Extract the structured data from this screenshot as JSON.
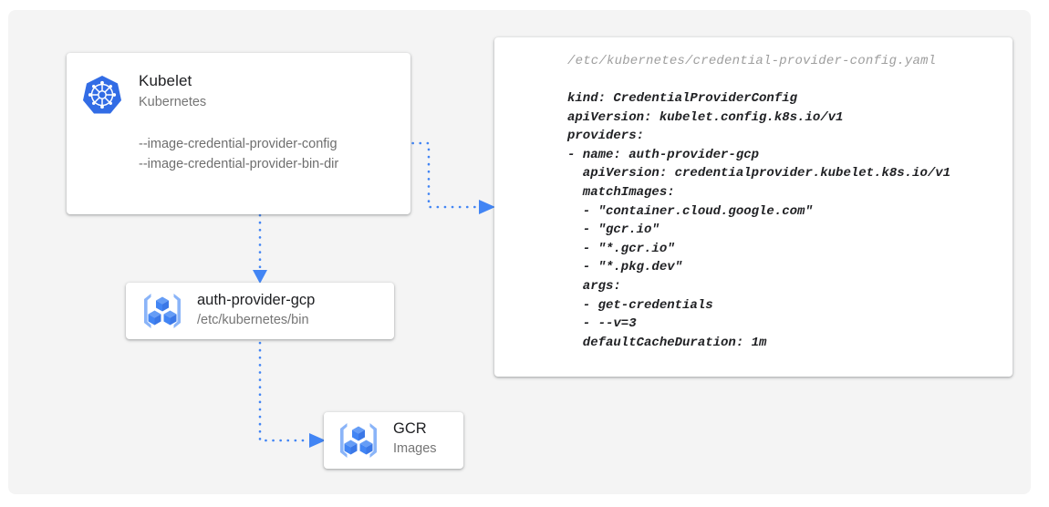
{
  "canvas": {
    "background": "#f4f4f4",
    "page_background": "#ffffff",
    "accent": "#4285f4",
    "icon_light": "#8ab4f8"
  },
  "nodes": {
    "kubelet": {
      "icon": "kubernetes-helm-icon",
      "title": "Kubelet",
      "subtitle": "Kubernetes",
      "flags": [
        "--image-credential-provider-config",
        "--image-credential-provider-bin-dir"
      ]
    },
    "auth_provider": {
      "icon": "gcp-container-icon",
      "title": "auth-provider-gcp",
      "subtitle": "/etc/kubernetes/bin"
    },
    "gcr": {
      "icon": "gcp-container-icon",
      "title": "GCR",
      "subtitle": "Images"
    }
  },
  "yaml_panel": {
    "path": "/etc/kubernetes/credential-provider-config.yaml",
    "lines": [
      "kind: CredentialProviderConfig",
      "apiVersion: kubelet.config.k8s.io/v1",
      "providers:",
      "- name: auth-provider-gcp",
      "  apiVersion: credentialprovider.kubelet.k8s.io/v1",
      "  matchImages:",
      "  - \"container.cloud.google.com\"",
      "  - \"gcr.io\"",
      "  - \"*.gcr.io\"",
      "  - \"*.pkg.dev\"",
      "  args:",
      "  - get-credentials",
      "  - --v=3",
      "  defaultCacheDuration: 1m"
    ]
  },
  "connectors": [
    {
      "name": "kubelet-to-yaml",
      "style": "dotted",
      "arrow": "right"
    },
    {
      "name": "kubelet-to-auth-provider",
      "style": "dotted",
      "arrow": "down"
    },
    {
      "name": "auth-provider-to-gcr",
      "style": "dotted",
      "arrow": "right"
    }
  ]
}
